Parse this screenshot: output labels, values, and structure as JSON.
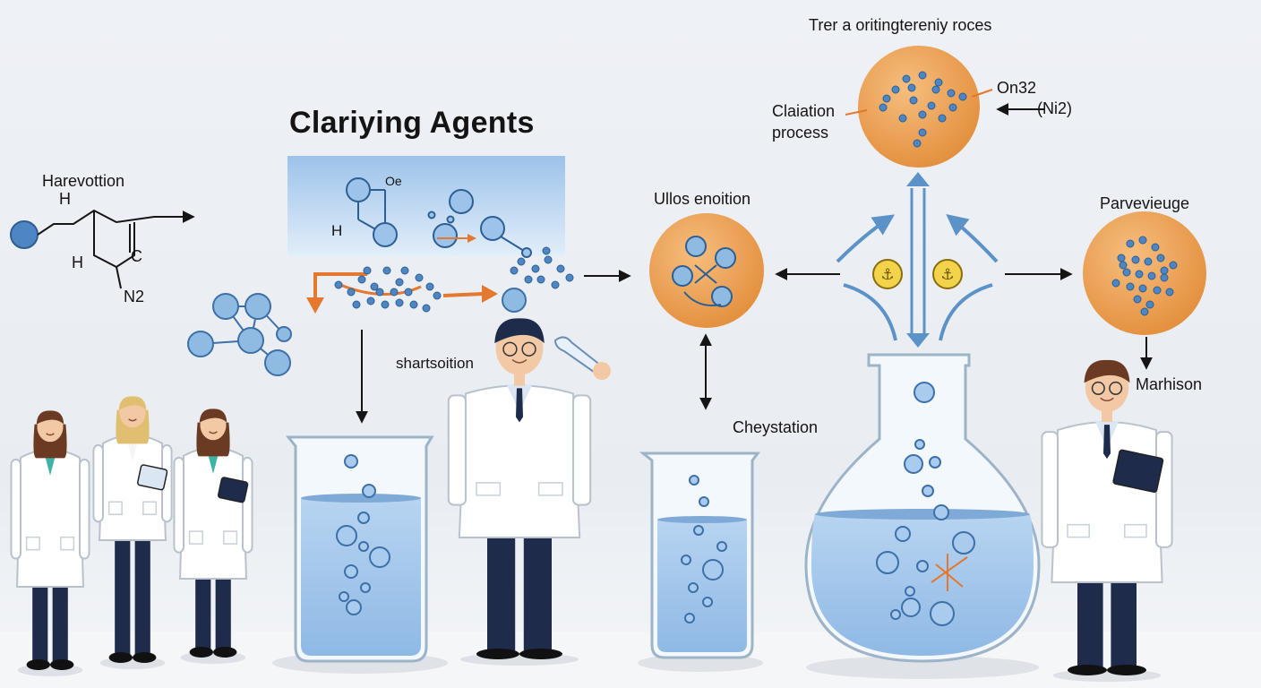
{
  "title": "Clariying Agents",
  "top_caption": "Trer a oritingtereniy roces",
  "labels": {
    "harevottion": "Harevottion",
    "atom_h1": "H",
    "atom_h2": "H",
    "atom_c": "C",
    "atom_n2": "N2",
    "box_oe": "Oe",
    "box_h": "H",
    "shartsoition": "shartsoition",
    "ullos": "Ullos enoition",
    "cheystation": "Cheystation",
    "claiation": "Claiation\nprocess",
    "on32": "On32",
    "ni2": "(Ni2)",
    "parvevieuge": "Parvevieuge",
    "marhison": "Marhison"
  },
  "colors": {
    "accent_blue": "#5b93c9",
    "bubble_blue": "#8fbbe3",
    "orange_sphere": "#eda45b",
    "orange_arrow": "#e4782e",
    "liquid": "#a9cbee",
    "coat": "#ffffff",
    "pants": "#1e2b4a"
  },
  "icons": [
    "arrow-right-icon",
    "arrow-down-icon",
    "double-arrow-icon",
    "anchor-coin-icon",
    "molecule-icon",
    "beaker-icon",
    "flask-icon",
    "scientist-figure",
    "clipboard-icon"
  ]
}
